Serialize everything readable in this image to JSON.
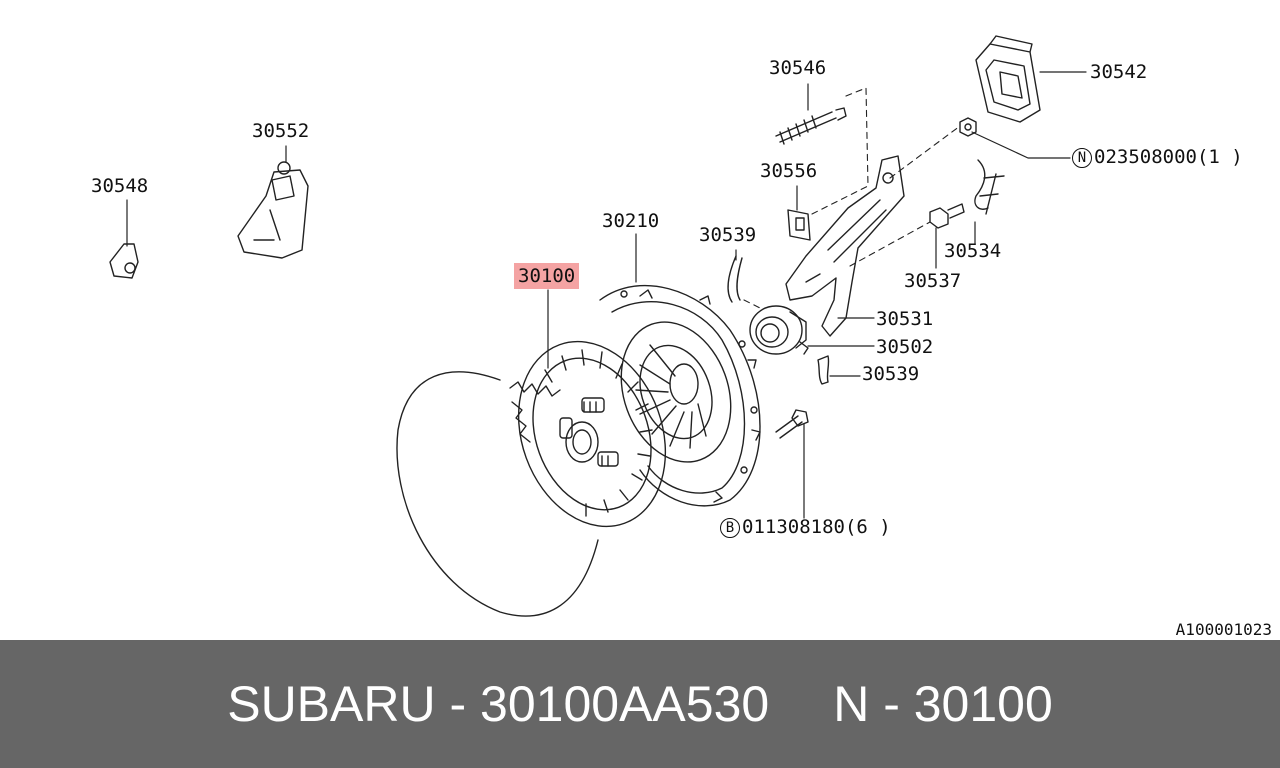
{
  "diagram": {
    "figure_id": "A100001023",
    "highlighted_part": "30100",
    "labels": {
      "p30546": "30546",
      "p30542": "30542",
      "p30552": "30552",
      "p30548": "30548",
      "p30556": "30556",
      "p30210": "30210",
      "p30539a": "30539",
      "p30534": "30534",
      "p30537": "30537",
      "p30100": "30100",
      "p30531": "30531",
      "p30502": "30502",
      "p30539b": "30539",
      "bolt_symbol": "B",
      "bolt_part": "011308180",
      "bolt_qty": "(6 )",
      "nut_symbol": "N",
      "nut_part": "023508000",
      "nut_qty": "(1 )"
    }
  },
  "footer": {
    "brand_part": "SUBARU - 30100AA530",
    "ref": "N - 30100"
  }
}
